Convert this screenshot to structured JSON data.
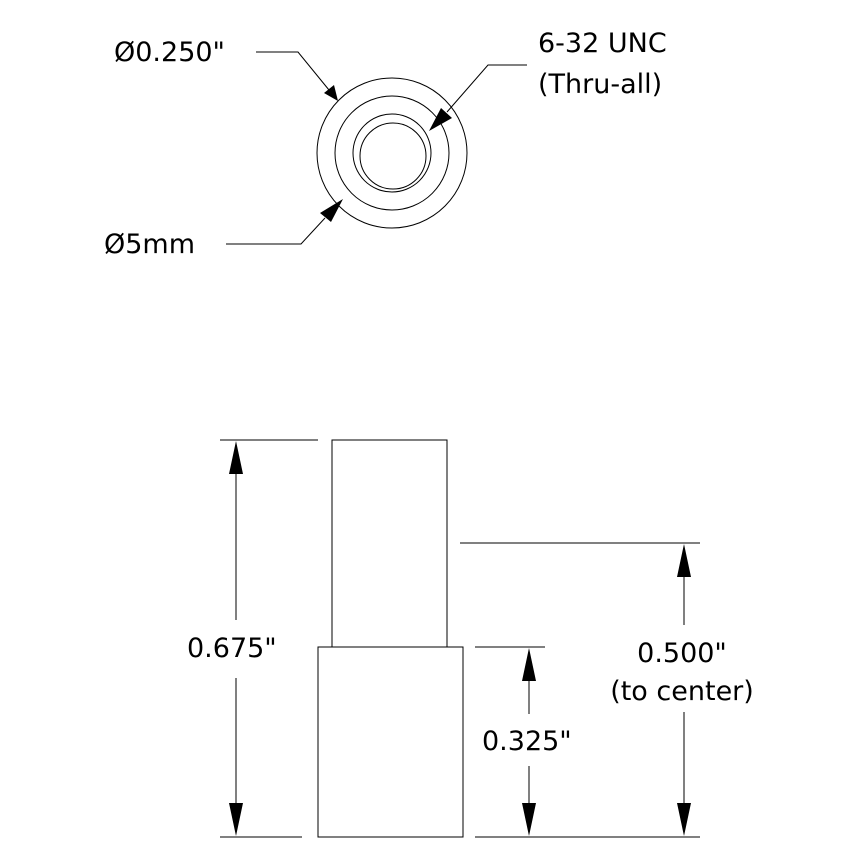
{
  "top_view": {
    "outer_diameter_label": "Ø0.250\"",
    "hole_label_line1": "6-32 UNC",
    "hole_label_line2": "(Thru-all)",
    "boss_diameter_label": "Ø5mm"
  },
  "side_view": {
    "overall_height_label": "0.675\"",
    "base_height_label": "0.325\"",
    "center_height_label_line1": "0.500\"",
    "center_height_label_line2": "(to center)"
  }
}
